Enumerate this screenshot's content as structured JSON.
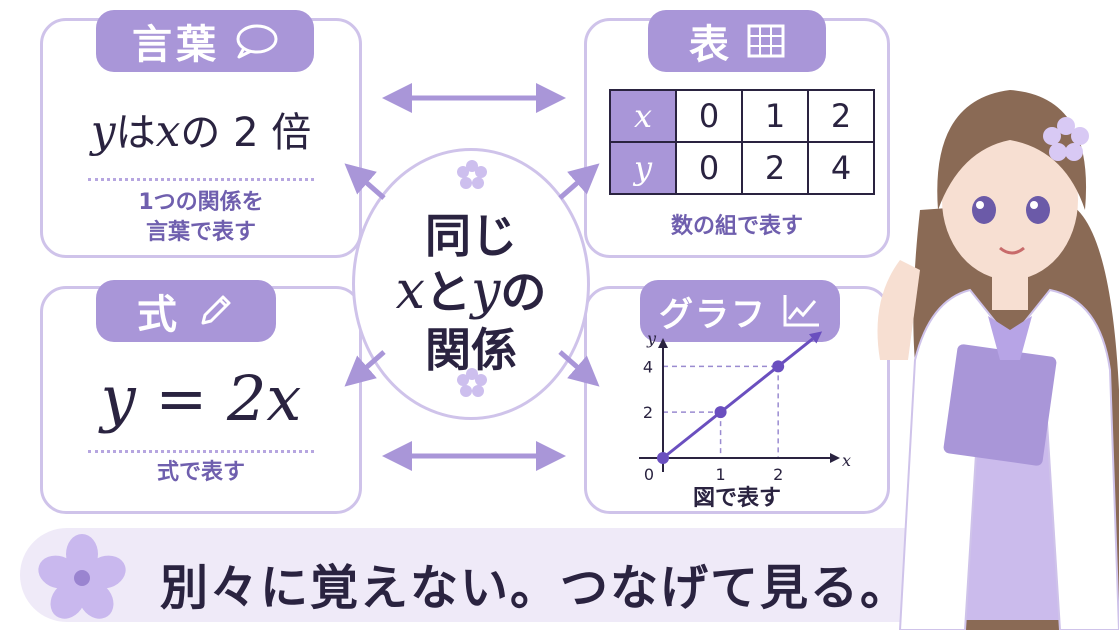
{
  "words": {
    "title": "言葉",
    "statement_y": "y",
    "statement_mid": "は",
    "statement_x": "x",
    "statement_end": "の 2 倍",
    "caption_line1": "1つの関係を",
    "caption_line2": "言葉で表す"
  },
  "table": {
    "title": "表",
    "x_label": "x",
    "y_label": "y",
    "x_values": [
      "0",
      "1",
      "2"
    ],
    "y_values": [
      "0",
      "2",
      "4"
    ],
    "caption": "数の組で表す"
  },
  "formula": {
    "title": "式",
    "equation": "y = 2x",
    "caption": "式で表す"
  },
  "graph": {
    "title": "グラフ",
    "caption": "図で表す",
    "chart_data": {
      "type": "line",
      "x": [
        0,
        1,
        2
      ],
      "series": [
        {
          "values": [
            0,
            2,
            4
          ]
        }
      ],
      "xlabel": "x",
      "ylabel": "y",
      "xlim": [
        0,
        2.9
      ],
      "ylim": [
        0,
        4.8
      ],
      "x_ticks": [
        "0",
        "1",
        "2"
      ],
      "y_ticks": [
        "2",
        "4"
      ],
      "grid": false,
      "guides": "dashed"
    }
  },
  "center": {
    "line1": "同じ",
    "line2_x": "x",
    "line2_mid": "と",
    "line2_y": "y",
    "line2_end": "の",
    "line3": "関係"
  },
  "banner": {
    "text": "別々に覚えない。つなげて見る。"
  },
  "colors": {
    "accent": "#a996d8",
    "border": "#cfc3ea",
    "text": "#2a2340",
    "caption": "#6f5fae"
  }
}
